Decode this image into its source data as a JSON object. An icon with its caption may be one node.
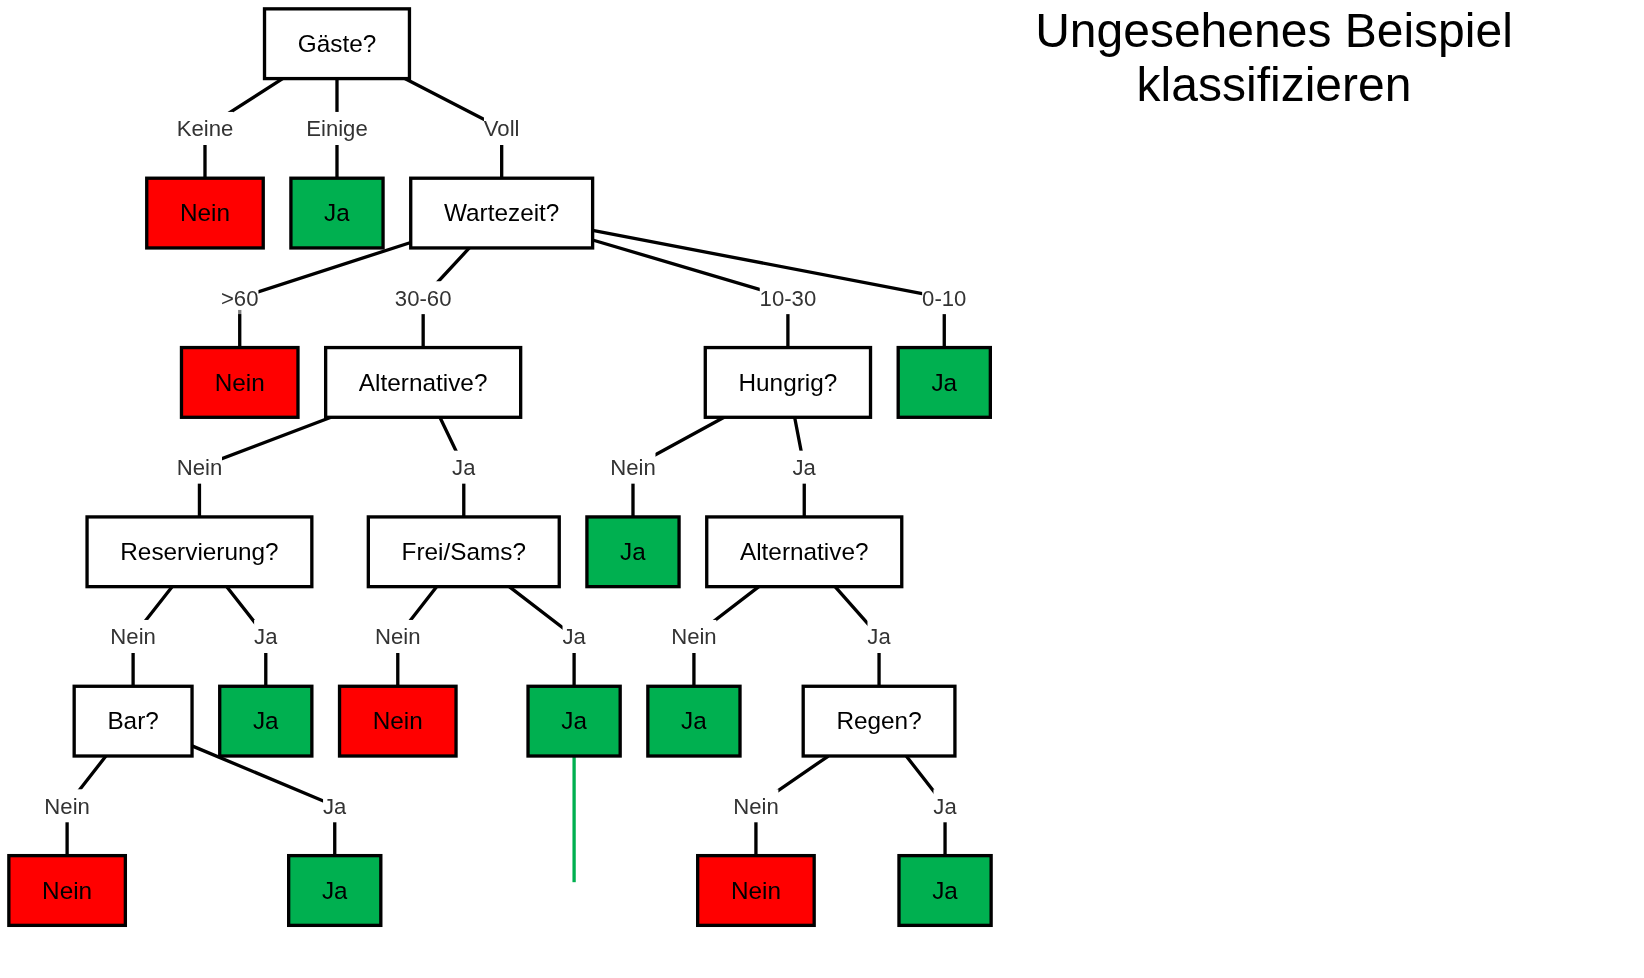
{
  "diagram": {
    "title": "Ungesehenes Beispiel klassifizieren",
    "nodes": [
      {
        "text": [
          "Gäste?"
        ]
      },
      {
        "text": [
          "Nein"
        ]
      },
      {
        "text": [
          "Ja"
        ]
      },
      {
        "text": [
          "Wartezeit?"
        ]
      },
      {
        "text": [
          "Nein"
        ]
      },
      {
        "text": [
          "Alternative?"
        ]
      },
      {
        "text": [
          "Hungrig?"
        ]
      },
      {
        "text": [
          "Ja"
        ]
      },
      {
        "text": [
          "Reservierung?"
        ]
      },
      {
        "text": [
          "Frei/Sams?"
        ]
      },
      {
        "text": [
          "Ja"
        ]
      },
      {
        "text": [
          "Alternative?"
        ]
      },
      {
        "text": [
          "Bar?"
        ]
      },
      {
        "text": [
          "Ja"
        ]
      },
      {
        "text": [
          "Nein"
        ]
      },
      {
        "text": [
          "Ja"
        ]
      },
      {
        "text": [
          "Ja"
        ]
      },
      {
        "text": [
          "Regen?"
        ]
      },
      {
        "text": [
          "Nein"
        ]
      },
      {
        "text": [
          "Ja"
        ]
      },
      {
        "text": [
          "Nein"
        ]
      },
      {
        "text": [
          "Ja"
        ]
      }
    ],
    "edges": [
      {
        "from": 0,
        "to": 1,
        "arrow": "none",
        "label": "Keine"
      },
      {
        "from": 0,
        "to": 2,
        "arrow": "none",
        "label": "Einige"
      },
      {
        "from": 0,
        "to": 3,
        "arrow": "none",
        "label": "Voll"
      },
      {
        "from": 3,
        "to": 4,
        "arrow": "none",
        "label": ">60"
      },
      {
        "from": 3,
        "to": 5,
        "arrow": "none",
        "label": "30-60"
      },
      {
        "from": 3,
        "to": 6,
        "arrow": "none",
        "label": "10-30"
      },
      {
        "from": 3,
        "to": 7,
        "arrow": "none",
        "label": "0-10"
      },
      {
        "from": 5,
        "to": 8,
        "arrow": "none",
        "label": "Nein"
      },
      {
        "from": 5,
        "to": 9,
        "arrow": "none",
        "label": "Ja"
      },
      {
        "from": 6,
        "to": 10,
        "arrow": "none",
        "label": "Nein"
      },
      {
        "from": 6,
        "to": 11,
        "arrow": "none",
        "label": "Ja"
      },
      {
        "from": 8,
        "to": 12,
        "arrow": "none",
        "label": "Nein"
      },
      {
        "from": 8,
        "to": 13,
        "arrow": "none",
        "label": "Ja"
      },
      {
        "from": 9,
        "to": 14,
        "arrow": "none",
        "label": "Nein"
      },
      {
        "from": 9,
        "to": 15,
        "arrow": "none",
        "label": "Ja"
      },
      {
        "from": 11,
        "to": 16,
        "arrow": "none",
        "label": "Nein"
      },
      {
        "from": 11,
        "to": 17,
        "arrow": "none",
        "label": "Ja"
      },
      {
        "from": 12,
        "to": 18,
        "arrow": "none",
        "label": "Nein"
      },
      {
        "from": 12,
        "to": 19,
        "arrow": "none",
        "label": "Ja"
      },
      {
        "from": 17,
        "to": 20,
        "arrow": "none",
        "label": "Nein"
      },
      {
        "from": 17,
        "to": 21,
        "arrow": "none",
        "label": "Ja"
      },
      {
        "from": 15,
        "to": null,
        "arrow": "none",
        "color": "#00b050"
      }
    ]
  }
}
